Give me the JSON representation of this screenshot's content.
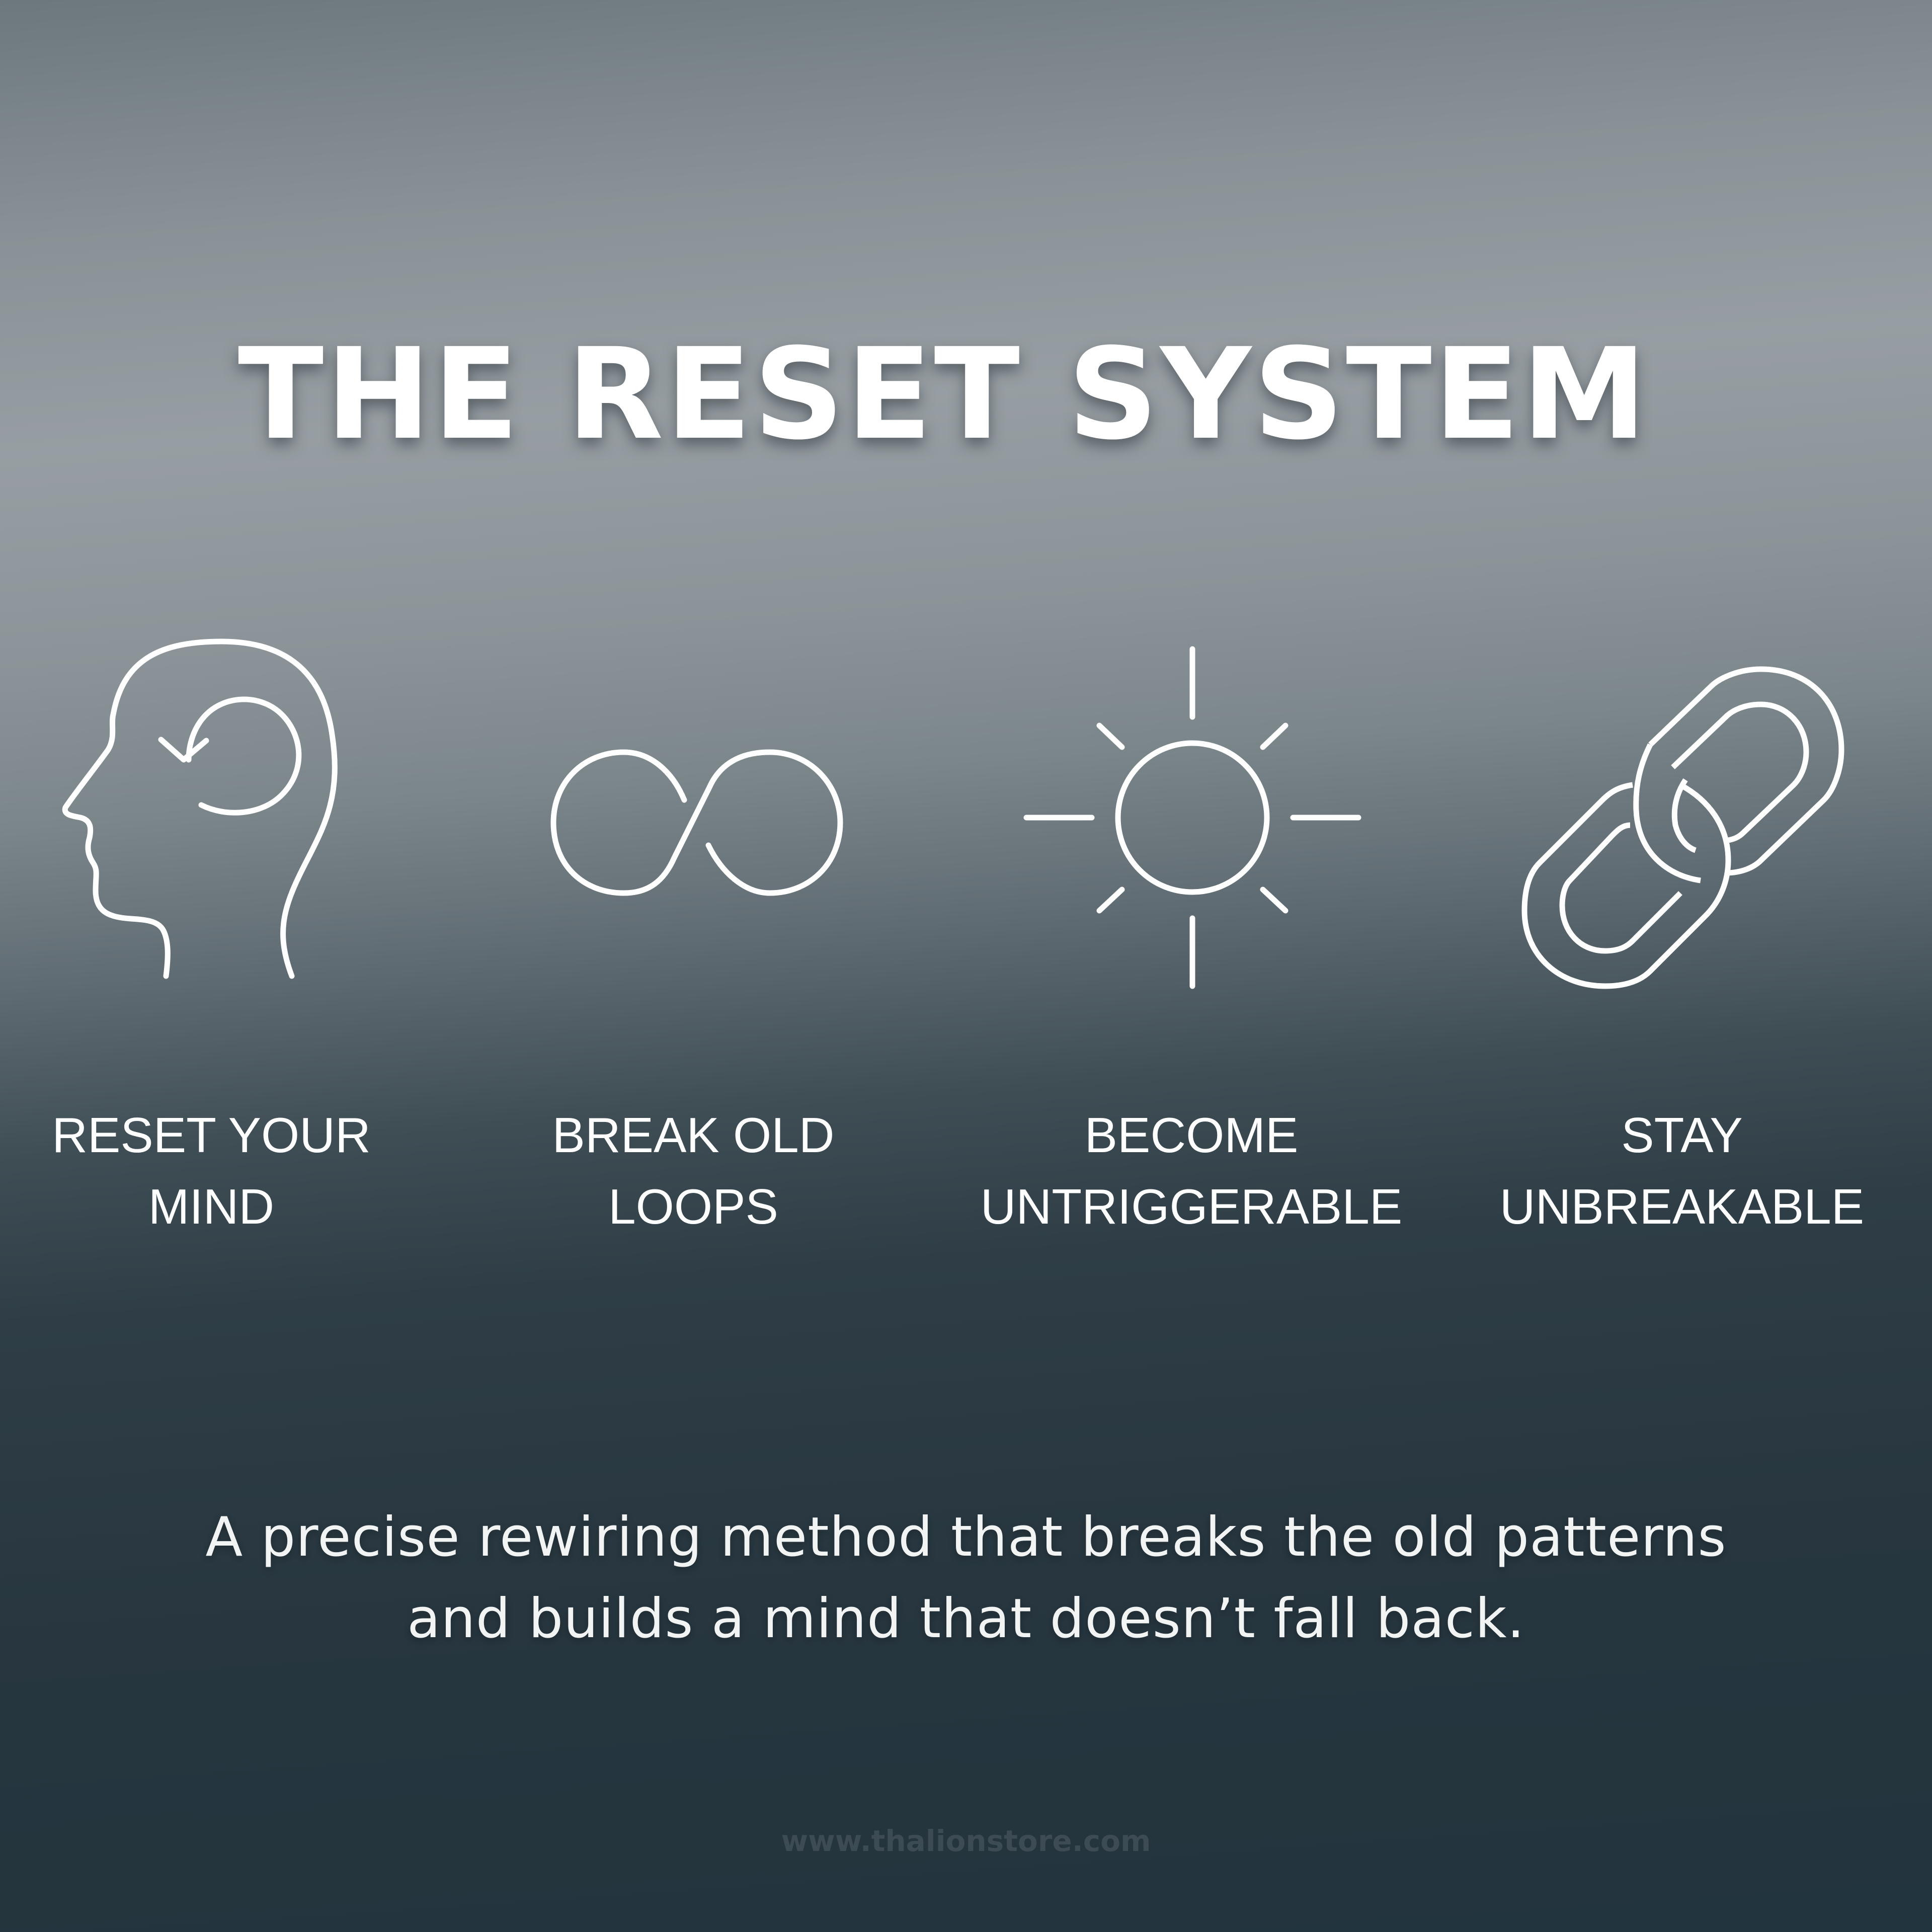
{
  "title": "THE RESET SYSTEM",
  "colors": {
    "text": "#ffffff",
    "background_top": "#6c787e",
    "background_mid": "#979ea3",
    "background_bottom": "#22343e",
    "url_text": "#3d4c54"
  },
  "steps": [
    {
      "icon": "head-reset-icon",
      "line1": "RESET YOUR",
      "line2": "MIND"
    },
    {
      "icon": "infinity-icon",
      "line1": "BREAK OLD",
      "line2": "LOOPS"
    },
    {
      "icon": "sun-icon",
      "line1": "BECOME",
      "line2": "UNTRIGGERABLE"
    },
    {
      "icon": "chain-link-icon",
      "line1": "STAY",
      "line2": "UNBREAKABLE"
    }
  ],
  "tagline": {
    "line1": "A precise rewiring method that breaks the old patterns",
    "line2": "and builds a mind that doesn’t fall back."
  },
  "footer": {
    "url": "www.thalionstore.com"
  }
}
